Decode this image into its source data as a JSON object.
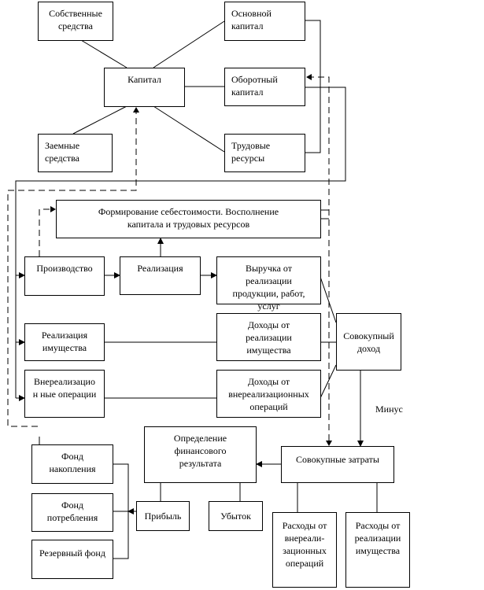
{
  "nodes": {
    "own_funds": "Собственные средства",
    "fixed_capital": "Основной капитал",
    "capital": "Капитал",
    "working_capital": "Оборотный капитал",
    "borrowed_funds": "Заемные средства",
    "labor": "Трудовые ресурсы",
    "cost_formation": "Формирование себестоимости. Восполнение капитала и трудовых ресурсов",
    "production": "Производство",
    "sales": "Реализация",
    "revenue": "Выручка от реализации продукции, работ, услуг",
    "asset_sales": "Реализация имущества",
    "asset_income": "Доходы от реализации имущества",
    "total_income": "Совокупный доход",
    "non_operating": "Внереализацион ные операции",
    "non_operating_income": "Доходы от внереализационных операций",
    "fin_result": "Определение финансового результата",
    "total_costs": "Совокупные затраты",
    "accumulation_fund": "Фонд накопления",
    "consumption_fund": "Фонд потребления",
    "reserve_fund": "Резервный фонд",
    "profit": "Прибыль",
    "loss": "Убыток",
    "non_operating_costs": "Расходы от внереали-зационных операций",
    "asset_costs": "Расходы от реализации имущества"
  },
  "labels": {
    "minus": "Минус"
  }
}
